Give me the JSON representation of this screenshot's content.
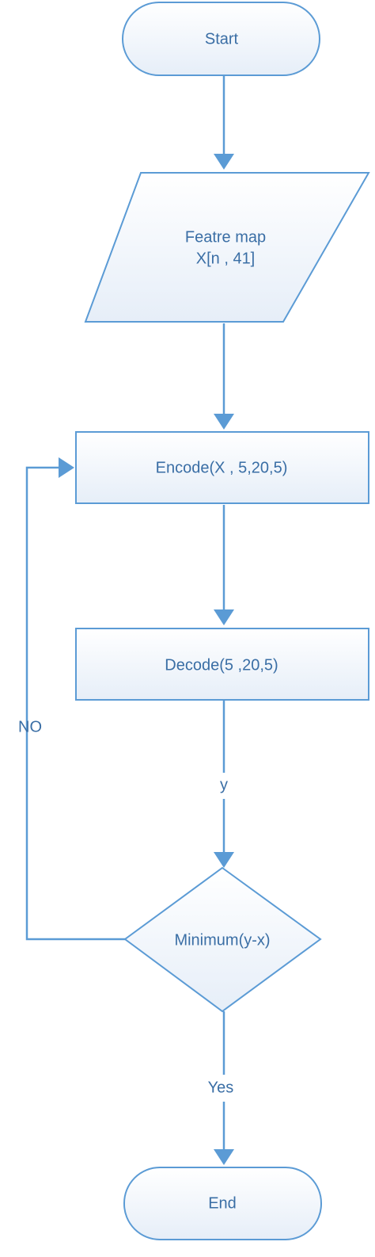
{
  "diagram": {
    "nodes": {
      "start": {
        "label": "Start"
      },
      "input": {
        "label_line1": "Featre map",
        "label_line2": "X[n , 41]"
      },
      "encode": {
        "label": "Encode(X , 5,20,5)"
      },
      "decode": {
        "label": "Decode(5 ,20,5)"
      },
      "decision": {
        "label": "Minimum(y-x)"
      },
      "end": {
        "label": "End"
      }
    },
    "edges": {
      "decode_to_decision": {
        "label": "y"
      },
      "decision_no": {
        "label": "NO"
      },
      "decision_yes": {
        "label": "Yes"
      }
    }
  },
  "colors": {
    "stroke": "#5b9bd5",
    "fill_top": "#ffffff",
    "fill_bottom": "#e6eef8",
    "text": "#3a6ea5"
  }
}
